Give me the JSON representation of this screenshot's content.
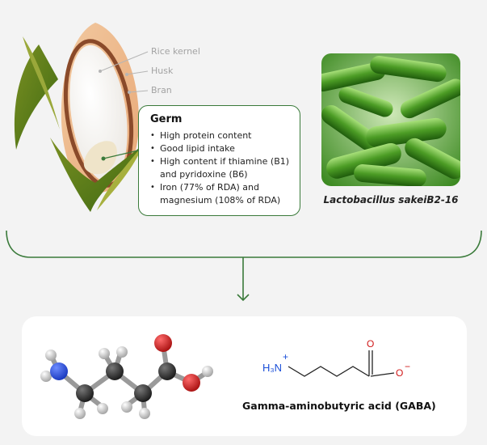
{
  "kernel_labels": {
    "rice_kernel": "Rice kernel",
    "husk": "Husk",
    "bran": "Bran"
  },
  "germ": {
    "title": "Germ",
    "items": [
      "High protein content",
      "Good lipid intake",
      "High content if thiamine (B1) and pyridoxine (B6)",
      "Iron (77% of RDA) and magnesium (108% of RDA)"
    ]
  },
  "bacteria": {
    "caption": "Lactobacillus sakeiB2-16"
  },
  "gaba": {
    "name": "Gamma-aminobutyric acid (GABA)",
    "formula": {
      "amine": "H₃N",
      "amine_charge": "+",
      "carbonyl_o": "O",
      "anion_o": "O",
      "anion_charge": "−"
    }
  },
  "colors": {
    "accent_green": "#3a7a3a",
    "label_gray": "#a3a3a3",
    "nitrogen_blue": "#1a4fd8",
    "oxygen_red": "#d01818"
  }
}
